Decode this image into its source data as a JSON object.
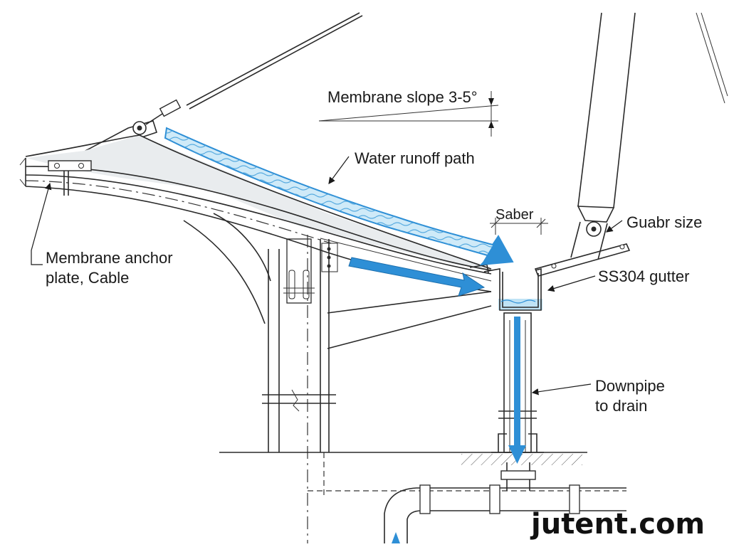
{
  "labels": {
    "membrane_slope": "Membrane slope 3-5°",
    "water_runoff": "Water runoff path",
    "saber": "Saber",
    "guabr_size": "Guabr size",
    "ss304_gutter": "SS304 gutter",
    "anchor_line1": "Membrane anchor",
    "anchor_line2": "plate, Cable",
    "downpipe_line1": "Downpipe",
    "downpipe_line2": "to drain"
  },
  "watermark": "jutent.com",
  "colors": {
    "water_blue": "#2e8fd6",
    "water_light": "#bfe3f5",
    "membrane_fill": "#e9ecee",
    "line": "#2a2a2a"
  }
}
